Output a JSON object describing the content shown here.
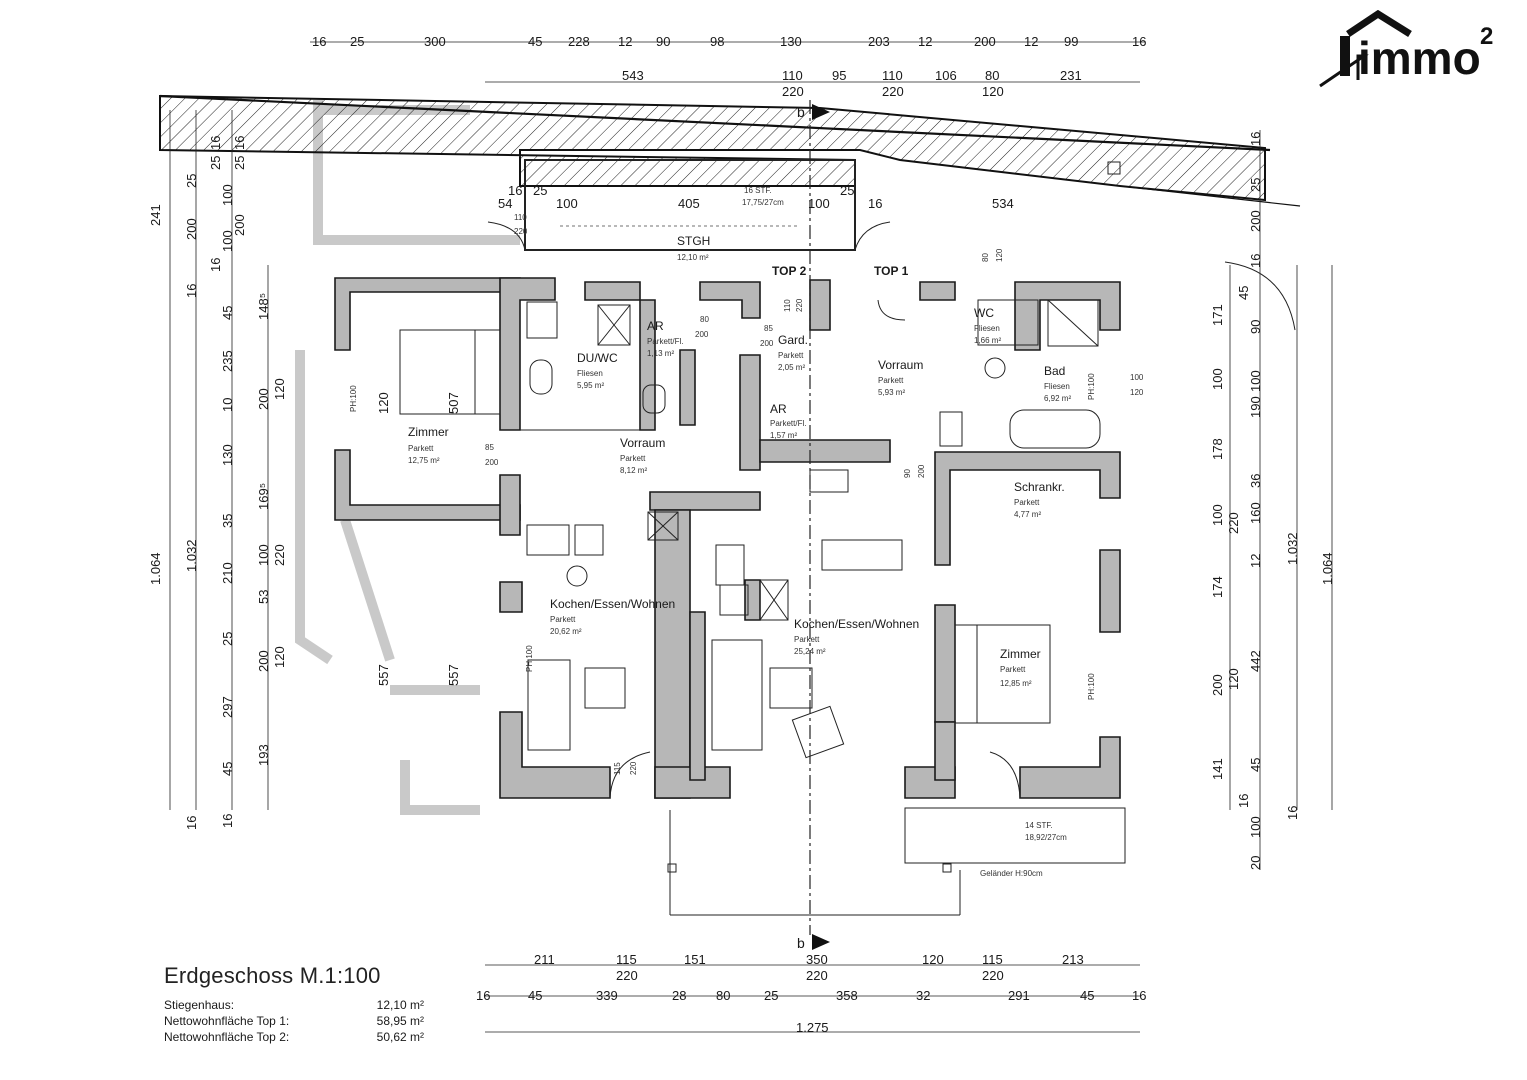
{
  "logo": {
    "text": "immo",
    "superscript": "2"
  },
  "plan": {
    "title": "Erdgeschoss M.1:100",
    "summary": [
      {
        "label": "Stiegenhaus:",
        "value": "12,10 m²"
      },
      {
        "label": "Nettowohnfläche Top 1:",
        "value": "58,95 m²"
      },
      {
        "label": "Nettowohnfläche Top 2:",
        "value": "50,62 m²"
      }
    ],
    "units": [
      "TOP 2",
      "TOP 1"
    ],
    "rooms": [
      {
        "name": "STGH",
        "floor": "",
        "area": "12,10 m²"
      },
      {
        "name": "Zimmer",
        "floor": "Parkett",
        "area": "12,75 m²"
      },
      {
        "name": "DU/WC",
        "floor": "Fliesen",
        "area": "5,95 m²"
      },
      {
        "name": "AR",
        "floor": "Parkett/Fl.",
        "area": "1,13 m²"
      },
      {
        "name": "Gard.",
        "floor": "Parkett",
        "area": "2,05 m²"
      },
      {
        "name": "Vorraum",
        "floor": "Parkett",
        "area": "8,12 m²"
      },
      {
        "name": "AR",
        "floor": "Parkett/Fl.",
        "area": "1,57 m²"
      },
      {
        "name": "Kochen/Essen/Wohnen",
        "floor": "Parkett",
        "area": "20,62 m²"
      },
      {
        "name": "Kochen/Essen/Wohnen",
        "floor": "Parkett",
        "area": "25,24 m²"
      },
      {
        "name": "Vorraum",
        "floor": "Parkett",
        "area": "5,93 m²"
      },
      {
        "name": "WC",
        "floor": "Fliesen",
        "area": "1,66 m²"
      },
      {
        "name": "Bad",
        "floor": "Fliesen",
        "area": "6,92 m²"
      },
      {
        "name": "Schrankr.",
        "floor": "Parkett",
        "area": "4,77 m²"
      },
      {
        "name": "Zimmer",
        "floor": "Parkett",
        "area": "12,85 m²"
      }
    ],
    "stairs": [
      {
        "steps": "16 STF.",
        "size": "17,75/27cm"
      },
      {
        "steps": "14 STF.",
        "size": "18,92/27cm"
      }
    ],
    "railing": "Geländer H:90cm",
    "section_marker": "b",
    "dims_top_1": [
      "16",
      "25",
      "300",
      "45",
      "228",
      "12",
      "90",
      "98",
      "130",
      "203",
      "12",
      "200",
      "12",
      "99",
      "16"
    ],
    "dims_top_2": [
      "543",
      "110",
      "220",
      "95",
      "110",
      "220",
      "106",
      "80",
      "120",
      "231"
    ],
    "dims_inner_top": [
      "16",
      "25",
      "54",
      "100",
      "405",
      "100",
      "16",
      "534",
      "110",
      "220",
      "25"
    ],
    "dims_bottom_1": [
      "211",
      "115",
      "220",
      "151",
      "350",
      "220",
      "120",
      "115",
      "220",
      "213"
    ],
    "dims_bottom_2": [
      "16",
      "45",
      "339",
      "28",
      "80",
      "25",
      "358",
      "32",
      "291",
      "45",
      "16"
    ],
    "dims_bottom_total": "1.275",
    "dims_left_outer": [
      "241",
      "1.064"
    ],
    "dims_left_2": [
      "25",
      "200",
      "16",
      "1.032",
      "16"
    ],
    "dims_left_3": [
      "16",
      "25",
      "100",
      "100",
      "16",
      "45",
      "235",
      "10",
      "130",
      "35",
      "210",
      "25",
      "297",
      "45",
      "16"
    ],
    "dims_left_4": [
      "16",
      "25",
      "200",
      "148⁵",
      "200",
      "120",
      "169⁵",
      "100",
      "220",
      "53",
      "200",
      "120",
      "193"
    ],
    "dims_right_1": [
      "16",
      "25",
      "200",
      "16",
      "45",
      "90",
      "100",
      "190",
      "36",
      "160",
      "12",
      "45",
      "16",
      "100",
      "20"
    ],
    "dims_right_2": [
      "171",
      "100",
      "178",
      "100",
      "220",
      "174",
      "442",
      "200",
      "120",
      "141"
    ],
    "dims_right_outer": [
      "1.032",
      "1.064",
      "16"
    ],
    "door_labels": [
      "80",
      "200",
      "85",
      "200",
      "110",
      "220",
      "100",
      "120",
      "115",
      "220",
      "90",
      "200",
      "80",
      "120",
      "PH:100"
    ]
  }
}
